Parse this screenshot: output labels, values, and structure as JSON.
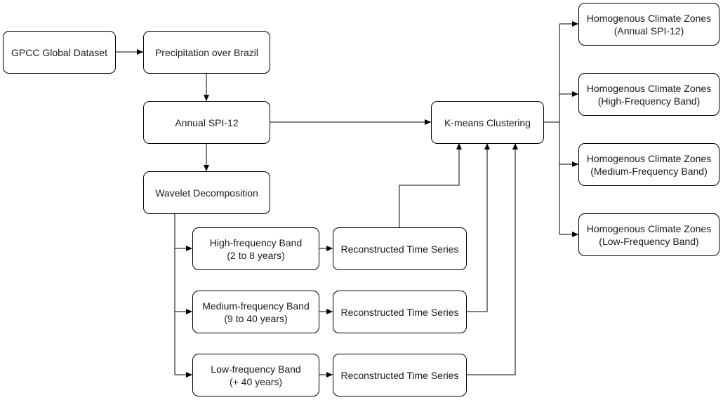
{
  "colors": {
    "line": "#000000",
    "box_border": "#000000",
    "text": "#1a1a1a",
    "background": "#ffffff"
  },
  "nodes": {
    "gpcc": {
      "line1": "GPCC Global Dataset"
    },
    "precip": {
      "line1": "Precipitation over Brazil"
    },
    "spi": {
      "line1": "Annual SPI-12"
    },
    "wavelet": {
      "line1": "Wavelet Decomposition"
    },
    "high_band": {
      "line1": "High-frequency Band",
      "line2": "(2 to 8 years)"
    },
    "medium_band": {
      "line1": "Medium-frequency Band",
      "line2": "(9 to 40 years)"
    },
    "low_band": {
      "line1": "Low-frequency Band",
      "line2": "(+ 40 years)"
    },
    "recon_high": {
      "line1": "Reconstructed Time Series"
    },
    "recon_medium": {
      "line1": "Reconstructed Time Series"
    },
    "recon_low": {
      "line1": "Reconstructed Time Series"
    },
    "kmeans": {
      "line1": "K-means Clustering"
    },
    "zone_annual": {
      "line1": "Homogenous Climate Zones",
      "line2": "(Annual SPI-12)"
    },
    "zone_high": {
      "line1": "Homogenous Climate Zones",
      "line2": "(High-Frequency Band)"
    },
    "zone_medium": {
      "line1": "Homogenous Climate Zones",
      "line2": "(Medium-Frequency Band)"
    },
    "zone_low": {
      "line1": "Homogenous Climate Zones",
      "line2": "(Low-Frequency Band)"
    }
  }
}
